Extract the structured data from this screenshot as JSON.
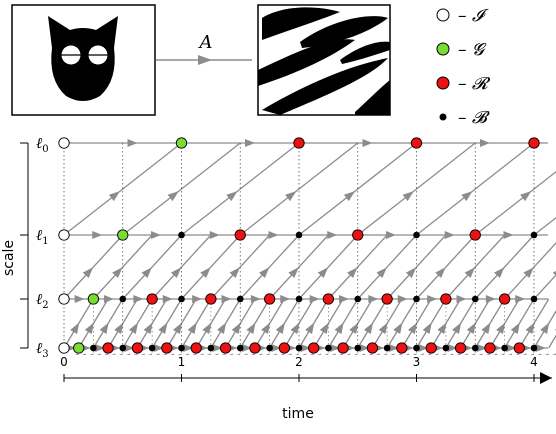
{
  "map_label": "A",
  "legend": [
    {
      "symbol": "white-circle",
      "color": "#ffffff",
      "text": "– 𝓘"
    },
    {
      "symbol": "green-circle",
      "color": "#77dd33",
      "text": "– 𝓖"
    },
    {
      "symbol": "red-circle",
      "color": "#ee1111",
      "text": "– 𝓡"
    },
    {
      "symbol": "black-dot",
      "color": "#000000",
      "text": "– 𝓑"
    }
  ],
  "levels": [
    {
      "label": "ℓ0",
      "sub": "0"
    },
    {
      "label": "ℓ1",
      "sub": "1"
    },
    {
      "label": "ℓ2",
      "sub": "2"
    },
    {
      "label": "ℓ3",
      "sub": "3"
    }
  ],
  "y_axis_label": "scale",
  "x_axis_label": "time",
  "x_ticks": [
    "0",
    "1",
    "2",
    "3",
    "4"
  ],
  "colors": {
    "arrow": "#8c8c8c",
    "green": "#77dd33",
    "red": "#ee1111",
    "black": "#000000",
    "white": "#ffffff"
  }
}
